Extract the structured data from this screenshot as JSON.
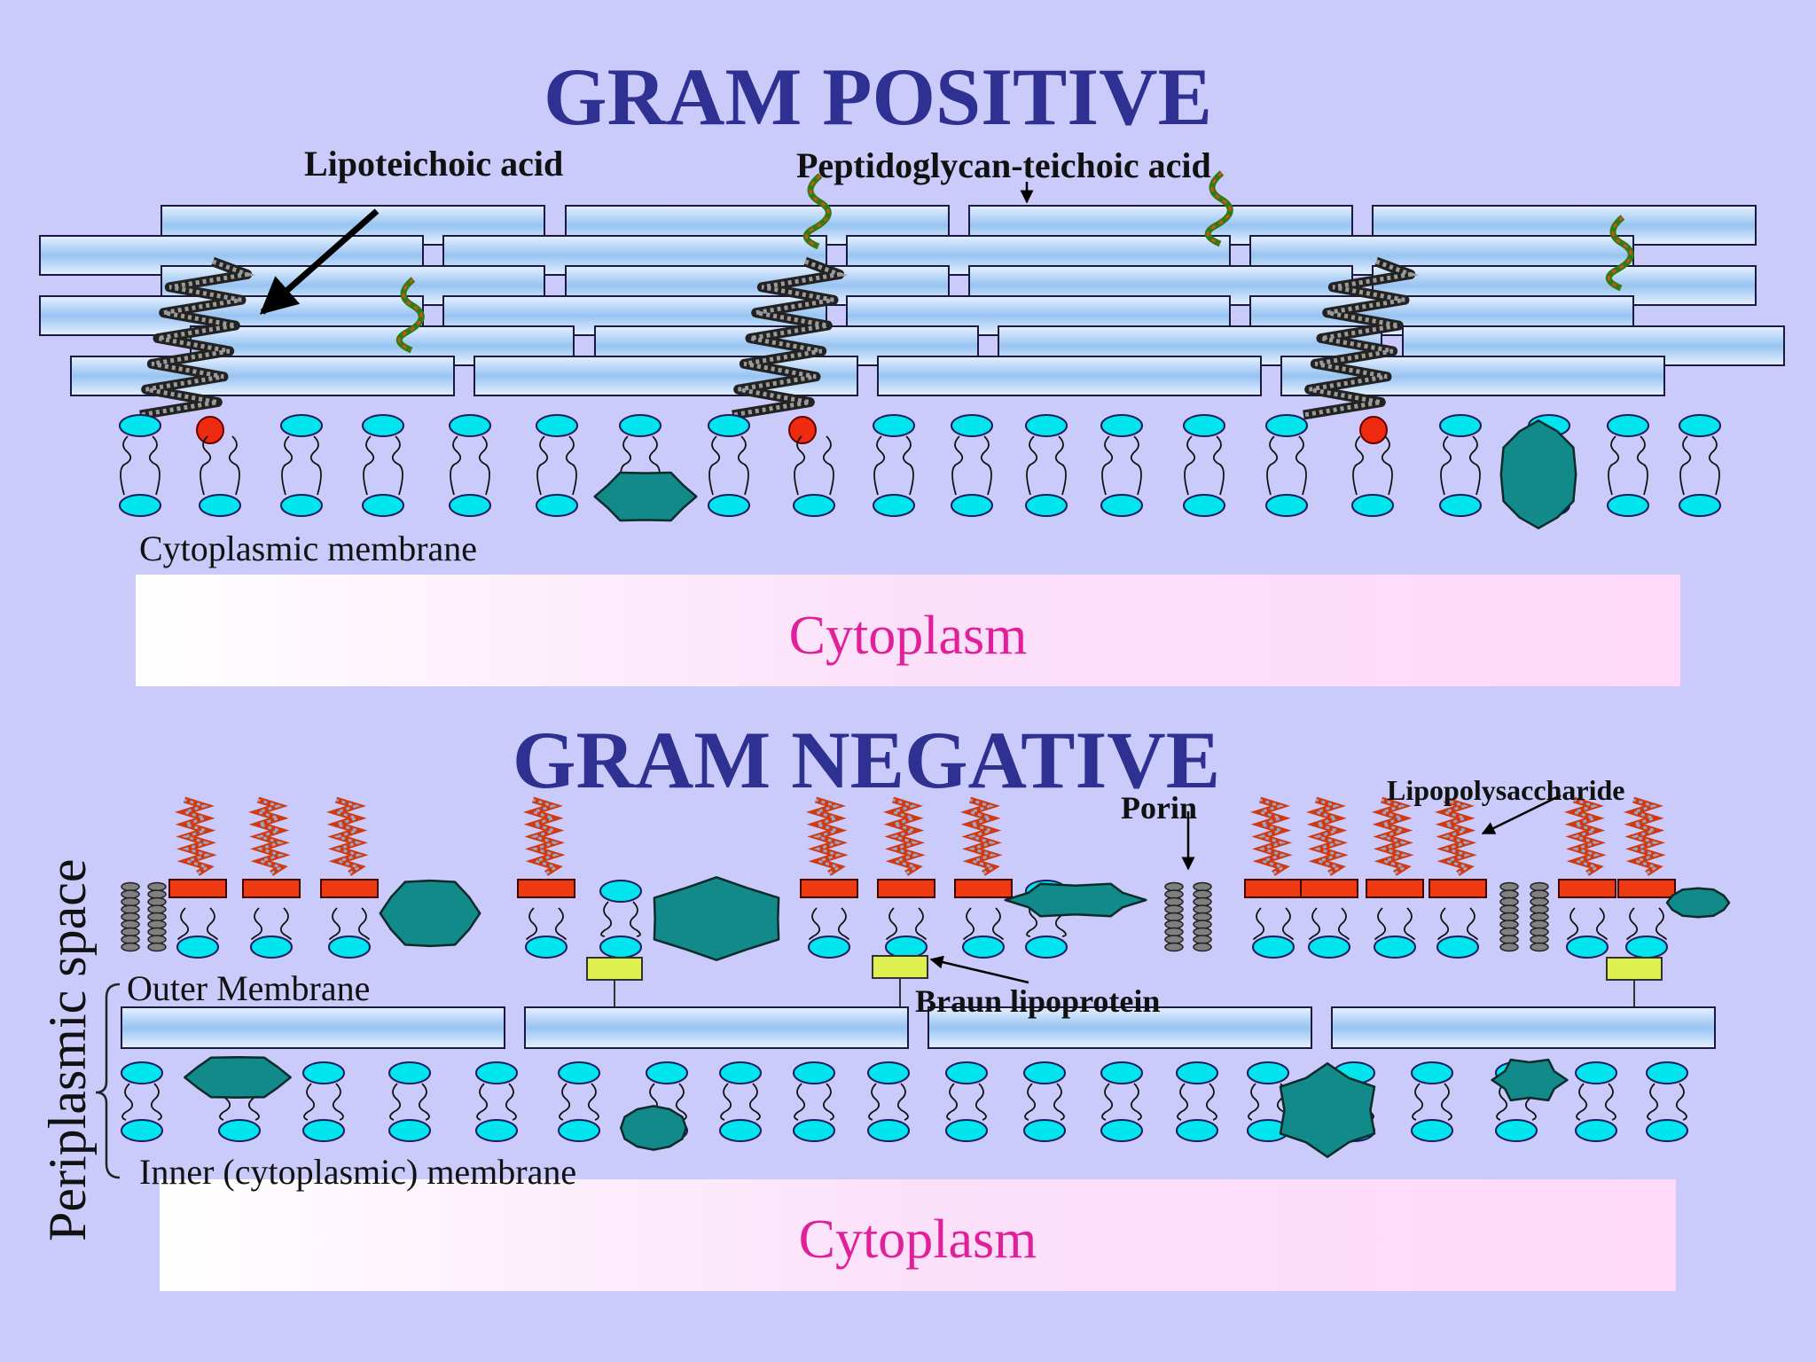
{
  "gram_positive": {
    "title": "GRAM POSITIVE",
    "lipoteichoic_label": "Lipoteichoic acid",
    "peptidoglycan_label": "Peptidoglycan-teichoic acid",
    "membrane_label": "Cytoplasmic membrane",
    "cytoplasm_label": "Cytoplasm"
  },
  "gram_negative": {
    "title": "GRAM NEGATIVE",
    "porin_label": "Porin",
    "lps_label": "Lipopolysaccharide",
    "braun_label": "Braun lipoprotein",
    "outer_membrane_label": "Outer Membrane",
    "periplasmic_label": "Periplasmic space",
    "inner_membrane_label": "Inner (cytoplasmic) membrane",
    "cytoplasm_label": "Cytoplasm"
  },
  "colors": {
    "background": "#cbcbfb",
    "title": "#2e3192",
    "lipid_head": "#00e5ee",
    "protein": "#138a8a",
    "lps_block": "#ee3a10",
    "braun_block": "#ddf050",
    "cytoplasm_text": "#e0209a",
    "porin": "#808080"
  }
}
